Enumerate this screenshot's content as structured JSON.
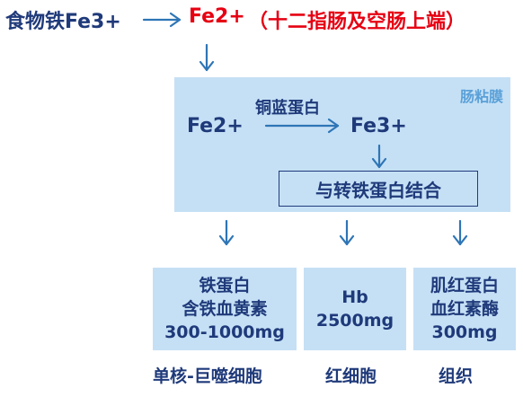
{
  "top": {
    "dietary_iron": "食物铁Fe3+",
    "fe2": "Fe2+",
    "absorption_site": "（十二指肠及空肠上端）"
  },
  "mucosa": {
    "label": "肠粘膜",
    "fe2": "Fe2+",
    "ceruloplasmin": "铜蓝蛋白",
    "fe3": "Fe3+",
    "transferrin_binding": "与转铁蛋白结合"
  },
  "stores": [
    {
      "lines": [
        "铁蛋白",
        "含铁血黄素",
        "300-1000mg"
      ],
      "cell": "单核-巨噬细胞"
    },
    {
      "lines": [
        "Hb",
        "2500mg"
      ],
      "cell": "红细胞"
    },
    {
      "lines": [
        "肌红蛋白",
        "血红素酶",
        "300mg"
      ],
      "cell": "组织"
    }
  ],
  "colors": {
    "text_dark": "#1f3a7a",
    "text_red": "#e60012",
    "box_fill": "#c5e0f5",
    "arrow": "#2e75b6",
    "mucosa_label": "#5aa0d8"
  }
}
